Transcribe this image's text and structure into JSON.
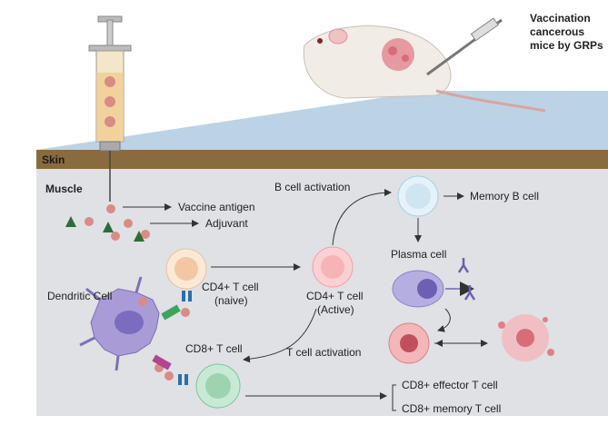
{
  "labels": {
    "vaccination_title_line1": "Vaccination",
    "vaccination_title_line2": "cancerous",
    "vaccination_title_line3": "mice by GRPs",
    "skin": "Skin",
    "muscle": "Muscle",
    "vaccine_antigen": "Vaccine antigen",
    "adjuvant": "Adjuvant",
    "b_cell_activation": "B cell activation",
    "memory_b_cell": "Memory B cell",
    "plasma_cell": "Plasma cell",
    "dendritic_cell": "Dendritic Cell",
    "cd4_naive_line1": "CD4+ T cell",
    "cd4_naive_line2": "(naive)",
    "cd4_active_line1": "CD4+ T cell",
    "cd4_active_line2": "(Active)",
    "cd8_t_cell": "CD8+ T cell",
    "t_cell_activation": "T cell activation",
    "cd8_effector": "CD8+ effector T cell",
    "cd8_memory": "CD8+ memory T cell"
  },
  "colors": {
    "skin_band": "#8a6a3f",
    "muscle_bg": "#dfe1e4",
    "sky_wedge": "#bcd3e6",
    "antigen": "#d98b85",
    "adjuvant": "#2f6b3a",
    "dendritic": "#a99bd6",
    "cd4_cell": "#f6d9b8",
    "cd4_active": "#f7b3b6",
    "memory_b": "#cfe6f2",
    "plasma": "#8d82c9",
    "cd8_cell": "#9ed3b0",
    "tumor": "#e07f86"
  }
}
